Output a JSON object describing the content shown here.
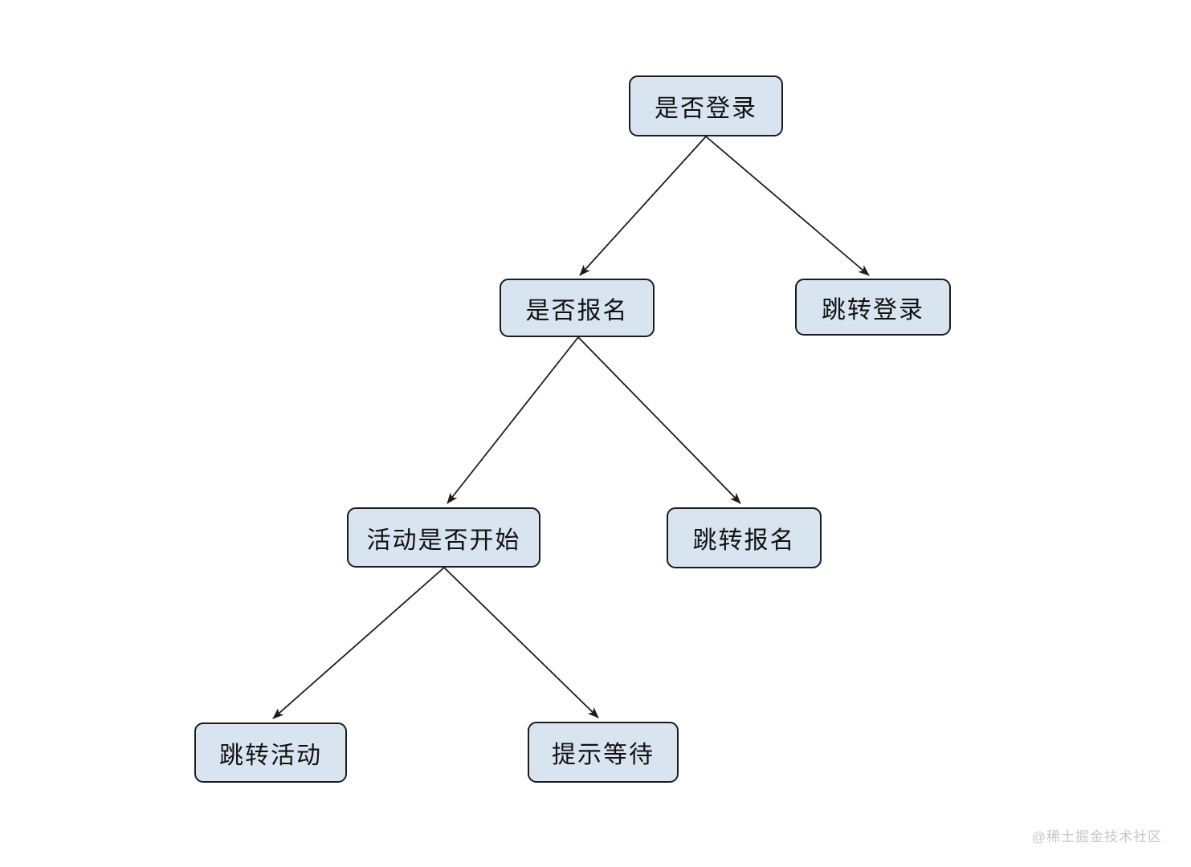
{
  "diagram": {
    "type": "flowchart",
    "nodes": {
      "is_logged_in": {
        "label": "是否登录"
      },
      "is_registered": {
        "label": "是否报名"
      },
      "goto_login": {
        "label": "跳转登录"
      },
      "is_activity_started": {
        "label": "活动是否开始"
      },
      "goto_register": {
        "label": "跳转报名"
      },
      "goto_activity": {
        "label": "跳转活动"
      },
      "prompt_wait": {
        "label": "提示等待"
      }
    },
    "edges": [
      {
        "from": "是否登录",
        "to": "是否报名"
      },
      {
        "from": "是否登录",
        "to": "跳转登录"
      },
      {
        "from": "是否报名",
        "to": "活动是否开始"
      },
      {
        "from": "是否报名",
        "to": "跳转报名"
      },
      {
        "from": "活动是否开始",
        "to": "跳转活动"
      },
      {
        "from": "活动是否开始",
        "to": "提示等待"
      }
    ]
  },
  "watermark": {
    "text": "@稀土掘金技术社区"
  },
  "colors": {
    "node_fill": "#d9e4f1",
    "node_border": "#1c1c1c",
    "edge": "#1c1c1c",
    "watermark": "#c7c7c7",
    "background": "#ffffff"
  }
}
